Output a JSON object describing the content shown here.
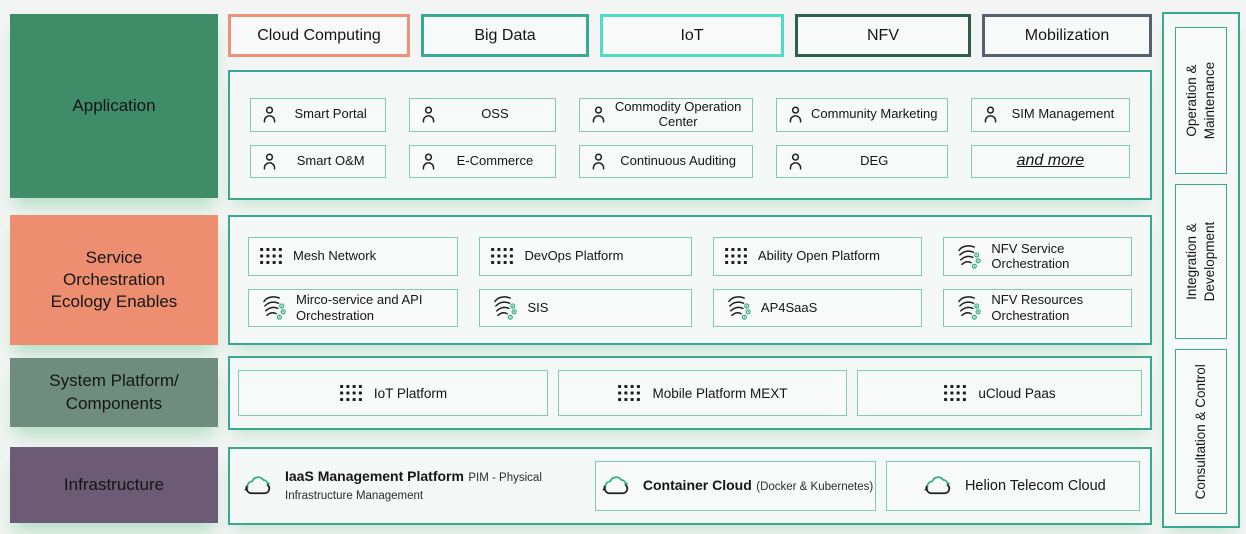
{
  "colors": {
    "background": "#f2f5f3",
    "layer_application": "#3f8c69",
    "layer_service_orchestration": "#ed8e70",
    "layer_system_platform": "#6f8d7e",
    "layer_infrastructure": "#6d5b75",
    "area_border": "#38a98e",
    "item_border": "#80c9b3",
    "category_cloud_computing_border": "#eb9277",
    "category_big_data_border": "#3aab93",
    "category_iot_border": "#52dcc7",
    "category_nfv_border": "#2d5f4b",
    "category_mobilization_border": "#57616e",
    "icon_accent_green": "#2fae7e"
  },
  "layers": {
    "application": {
      "lines": [
        "Application"
      ]
    },
    "service_orchestration": {
      "lines": [
        "Service",
        "Orchestration",
        "Ecology Enables"
      ]
    },
    "system_platform": {
      "lines": [
        "System Platform/",
        "Components"
      ]
    },
    "infrastructure": {
      "lines": [
        "Infrastructure"
      ]
    }
  },
  "top_categories": [
    {
      "label": "Cloud Computing"
    },
    {
      "label": "Big Data"
    },
    {
      "label": "IoT"
    },
    {
      "label": "NFV"
    },
    {
      "label": "Mobilization"
    }
  ],
  "application": {
    "items": [
      {
        "label": "Smart Portal",
        "icon": "person"
      },
      {
        "label": "OSS",
        "icon": "person"
      },
      {
        "label": "Commodity Operation Center",
        "icon": "person"
      },
      {
        "label": "Community Marketing",
        "icon": "person"
      },
      {
        "label": "SIM Management",
        "icon": "person"
      },
      {
        "label": "Smart O&M",
        "icon": "person"
      },
      {
        "label": "E-Commerce",
        "icon": "person"
      },
      {
        "label": "Continuous Auditing",
        "icon": "person"
      },
      {
        "label": "DEG",
        "icon": "person"
      },
      {
        "label": "and more",
        "icon": "none"
      }
    ]
  },
  "service_orchestration": {
    "items": [
      {
        "label": "Mesh Network",
        "icon": "grid"
      },
      {
        "label": "DevOps Platform",
        "icon": "grid"
      },
      {
        "label": "Ability Open Platform",
        "icon": "grid"
      },
      {
        "label": "NFV Service Orchestration",
        "icon": "orchestration"
      },
      {
        "label": "Mirco-service and API Orchestration",
        "icon": "orchestration"
      },
      {
        "label": "SIS",
        "icon": "orchestration"
      },
      {
        "label": "AP4SaaS",
        "icon": "orchestration"
      },
      {
        "label": "NFV Resources Orchestration",
        "icon": "orchestration"
      }
    ]
  },
  "system_platform": {
    "items": [
      {
        "label": "IoT Platform",
        "icon": "grid"
      },
      {
        "label": "Mobile Platform MEXT",
        "icon": "grid"
      },
      {
        "label": "uCloud Paas",
        "icon": "grid"
      }
    ]
  },
  "infrastructure": {
    "items": [
      {
        "title": "IaaS Management Platform",
        "subtitle": "PIM - Physical Infrastructure Management",
        "icon": "cloud-sync"
      },
      {
        "title": "Container Cloud",
        "subtitle": "(Docker & Kubernetes)",
        "icon": "cloud-sync"
      },
      {
        "title": "Helion Telecom Cloud",
        "subtitle": "",
        "icon": "cloud-sync"
      }
    ]
  },
  "right_rail": {
    "items": [
      {
        "label": "Operation & Maintenance",
        "lines": [
          "Operation &",
          "Maintenance"
        ]
      },
      {
        "label": "Integration & Development",
        "lines": [
          "Integration &",
          "Development"
        ]
      },
      {
        "label": "Consultation & Control",
        "lines": [
          "Consultation & Control"
        ]
      }
    ]
  }
}
